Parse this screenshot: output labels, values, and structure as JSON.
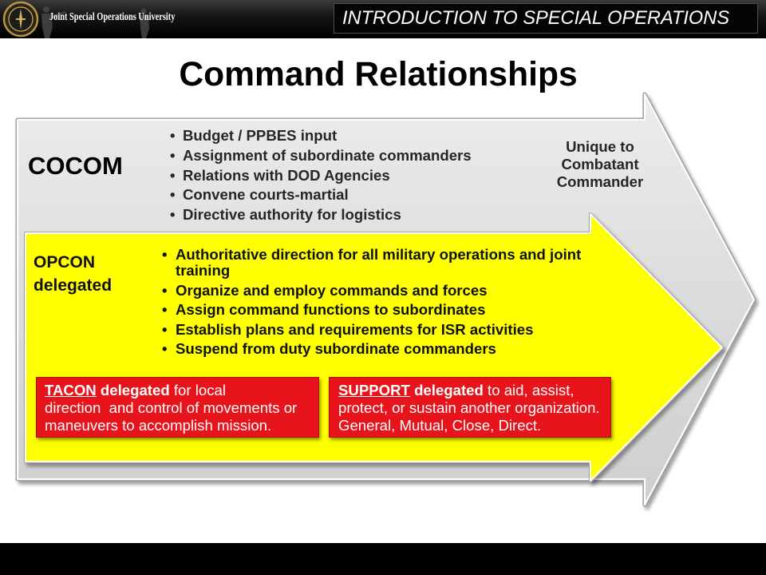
{
  "header": {
    "university": "Joint Special Operations University",
    "course": "INTRODUCTION TO SPECIAL OPERATIONS"
  },
  "title": "Command Relationships",
  "cocom": {
    "label": "COCOM",
    "items": [
      "Budget / PPBES input",
      "Assignment of subordinate commanders",
      "Relations with DOD Agencies",
      "Convene courts-martial",
      "Directive authority for logistics"
    ],
    "note": "Unique to Combatant Commander"
  },
  "opcon": {
    "label": "OPCON delegated",
    "items": [
      "Authoritative direction for all military operations and joint training",
      "Organize and employ commands and forces",
      "Assign command functions to subordinates",
      "Establish plans and requirements for ISR activities",
      "Suspend from duty subordinate commanders"
    ]
  },
  "tacon": {
    "term": "TACON",
    "qualifier": "delegated",
    "text_first_line": "for local",
    "text_rest": "direction  and control of movements or maneuvers to accomplish mission."
  },
  "support": {
    "term": "SUPPORT",
    "qualifier": "delegated",
    "text": "to aid, assist, protect, or sustain another organization. General, Mutual, Close, Direct."
  },
  "colors": {
    "opcon_arrow": "#ffff00",
    "delegation_box": "#e8141b",
    "footer_bar": "#000000"
  }
}
